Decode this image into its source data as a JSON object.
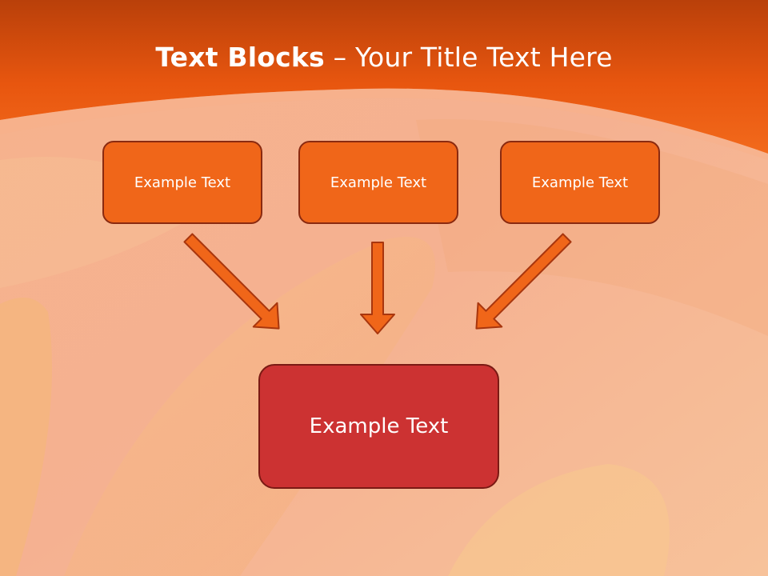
{
  "title": {
    "bold": "Text Blocks",
    "rest": " – Your Title Text Here"
  },
  "boxes": {
    "left": "Example Text",
    "center": "Example Text",
    "right": "Example Text"
  },
  "target": "Example Text",
  "colors": {
    "header": "#e8560f",
    "box": "#f06619",
    "target": "#cc3232",
    "arrow": "#f06619",
    "outline": "#8a2a10"
  }
}
